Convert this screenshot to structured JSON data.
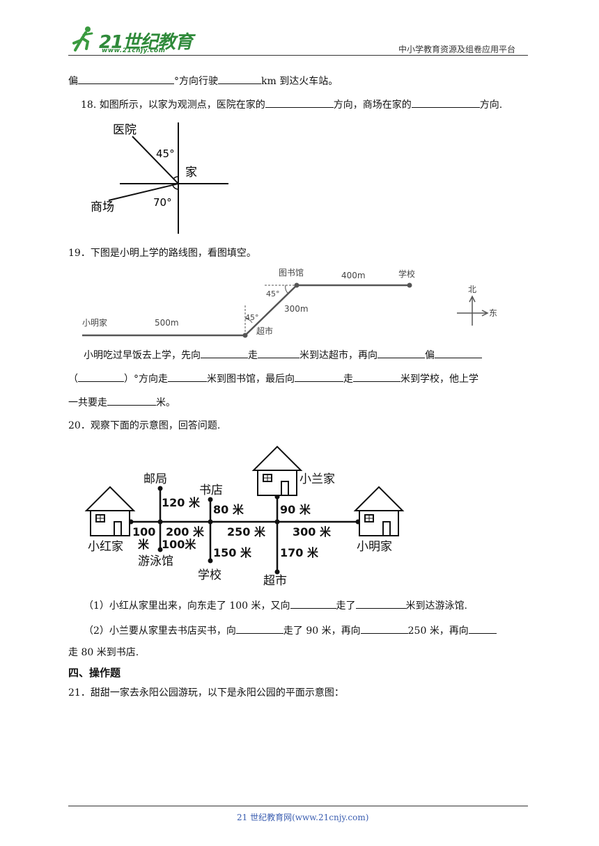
{
  "header": {
    "logo_main": "21世纪教育",
    "logo_url": "www.21cnjy.com",
    "platform": "中小学教育资源及组卷应用平台"
  },
  "q17_tail": {
    "t1": "偏",
    "t2": "°方向行驶",
    "t3": "km 到达火车站。"
  },
  "q18": {
    "t1": "18. 如图所示，以家为观测点，医院在家的",
    "t2": "方向，商场在家的",
    "t3": "方向.",
    "fig": {
      "hospital": "医院",
      "home": "家",
      "mall": "商场",
      "angle1": "45°",
      "angle2": "70°"
    }
  },
  "q19": {
    "title": "19．下图是小明上学的路线图，看图填空。",
    "fig": {
      "library": "图书馆",
      "school": "学校",
      "d_top": "400m",
      "d_diag": "300m",
      "angle_top": "45°",
      "angle_bottom": "45°",
      "home": "小明家",
      "d_bottom": "500m",
      "market": "超市",
      "north": "北",
      "east": "东"
    },
    "l1": {
      "a": "小明吃过早饭去上学，先向",
      "b": "走",
      "c": "米到达超市，再向",
      "d": "偏"
    },
    "l2": {
      "a": "（",
      "b": "）°方向走",
      "c": "米到图书馆，最后向",
      "d": "走",
      "e": "米到学校，他上学"
    },
    "l3": {
      "a": "一共要走",
      "b": "米。"
    }
  },
  "q20": {
    "title": "20．观察下面的示意图，回答问题.",
    "fig": {
      "post": "邮局",
      "bookstore": "书店",
      "xiaolan": "小兰家",
      "xiaohong": "小红家",
      "xiaoming": "小明家",
      "pool": "游泳馆",
      "school": "学校",
      "market": "超市",
      "d120": "120 米",
      "d80": "80 米",
      "d90": "90 米",
      "d100a": "100",
      "d100b": "米",
      "d200": "200 米",
      "d100c": "100米",
      "d250": "250 米",
      "d300": "300 米",
      "d150": "150 米",
      "d170": "170 米"
    },
    "p1": {
      "a": "（1）小红从家里出来，向东走了 100 米，又向",
      "b": "走了",
      "c": "米到达游泳馆."
    },
    "p2": {
      "a": "（2）小兰要从家里去书店买书，向",
      "b": "走了 90 米，再向",
      "c": "250 米，再向"
    },
    "p2b": "走 80 米到书店."
  },
  "section4": "四、操作题",
  "q21": "21．甜甜一家去永阳公园游玩，以下是永阳公园的平面示意图：",
  "footer": "21 世纪教育网(www.21cnjy.com)"
}
